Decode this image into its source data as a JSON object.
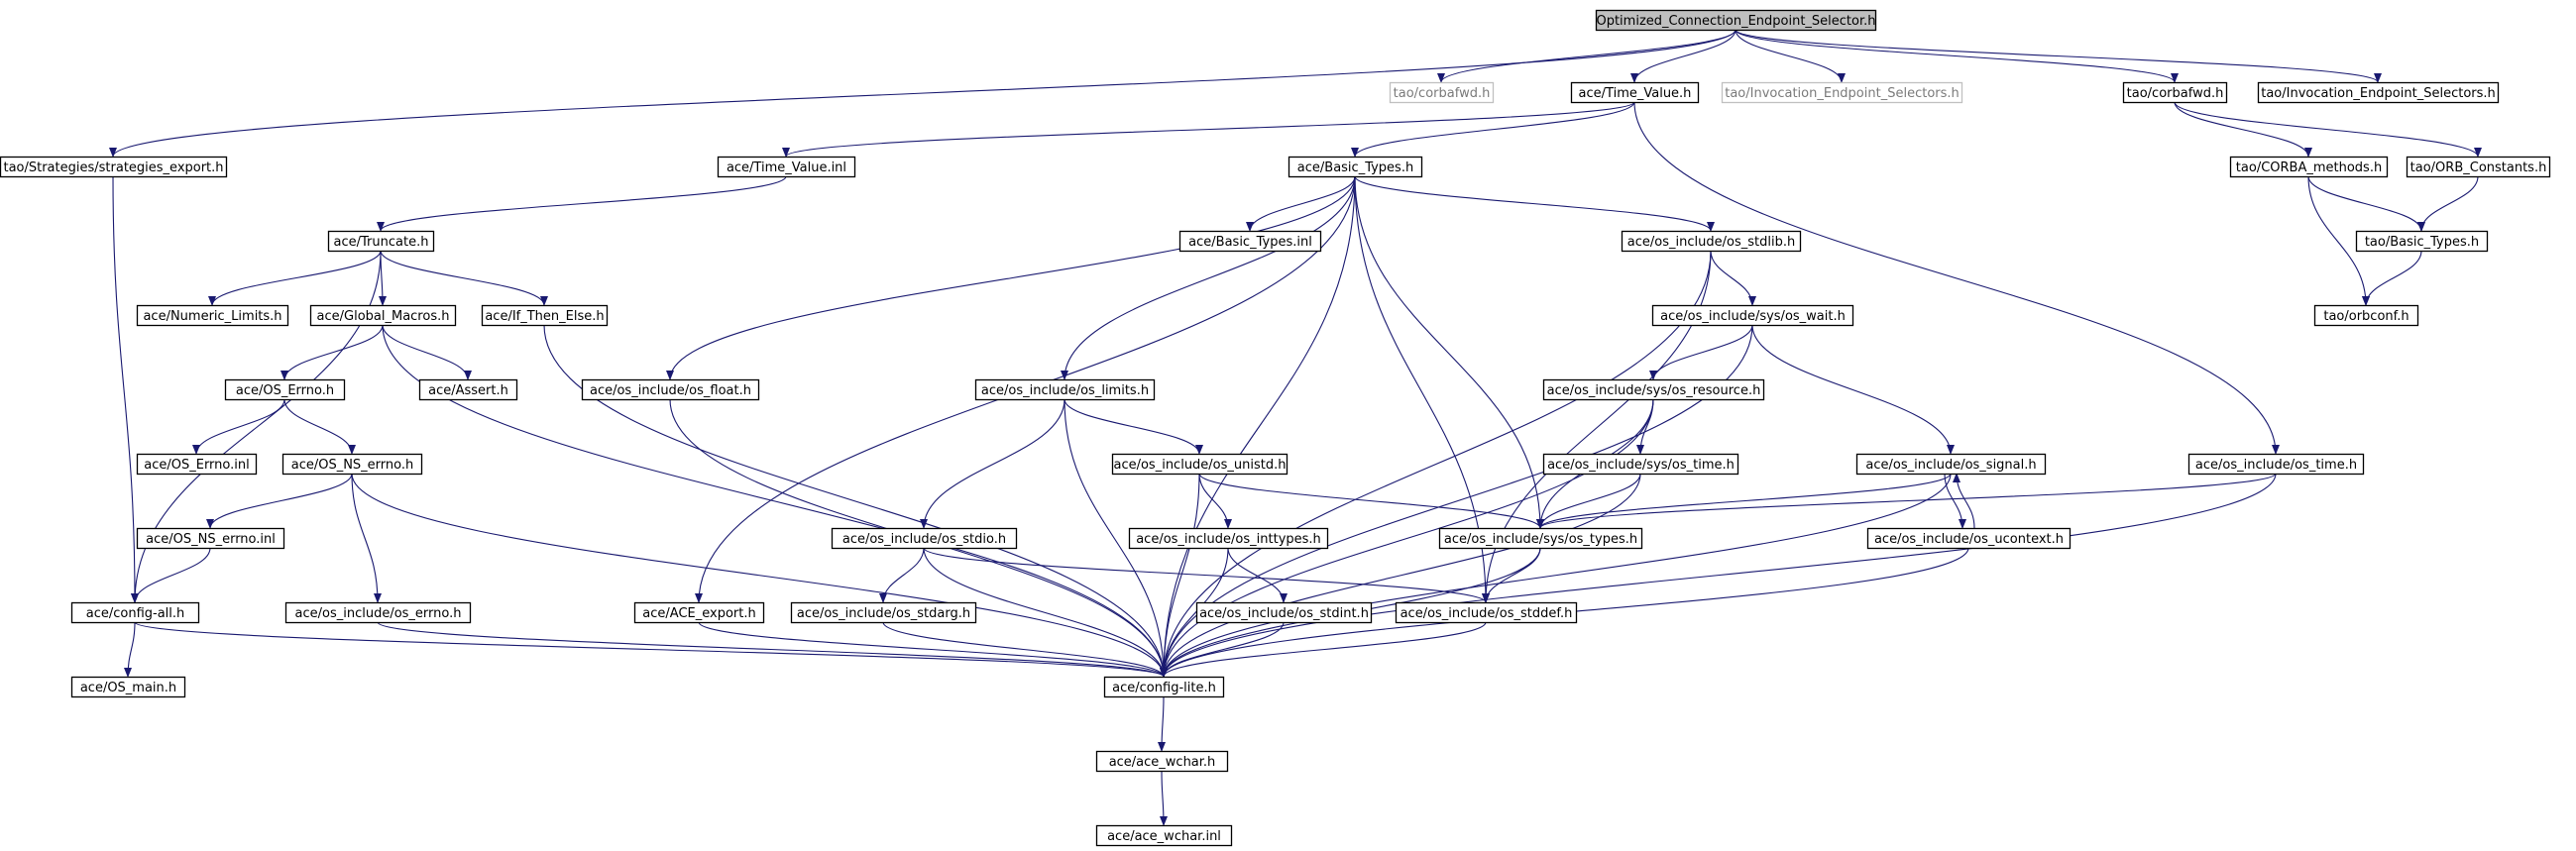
{
  "diagram": {
    "nodes": [
      {
        "id": "root",
        "label": "Optimized_Connection_Endpoint_Selector.h",
        "style": "focus"
      },
      {
        "id": "corbafwd_a",
        "label": "tao/corbafwd.h",
        "style": "ghost"
      },
      {
        "id": "time_value_h",
        "label": "ace/Time_Value.h"
      },
      {
        "id": "ies_a",
        "label": "tao/Invocation_Endpoint_Selectors.h",
        "style": "ghost"
      },
      {
        "id": "corbafwd_b",
        "label": "tao/corbafwd.h"
      },
      {
        "id": "ies_b",
        "label": "tao/Invocation_Endpoint_Selectors.h"
      },
      {
        "id": "strategies_export",
        "label": "tao/Strategies/strategies_export.h"
      },
      {
        "id": "time_value_inl",
        "label": "ace/Time_Value.inl"
      },
      {
        "id": "basic_types_ace",
        "label": "ace/Basic_Types.h"
      },
      {
        "id": "corba_methods",
        "label": "tao/CORBA_methods.h"
      },
      {
        "id": "orb_constants",
        "label": "tao/ORB_Constants.h"
      },
      {
        "id": "truncate",
        "label": "ace/Truncate.h"
      },
      {
        "id": "basic_types_inl",
        "label": "ace/Basic_Types.inl"
      },
      {
        "id": "os_stdlib",
        "label": "ace/os_include/os_stdlib.h"
      },
      {
        "id": "basic_types_tao",
        "label": "tao/Basic_Types.h"
      },
      {
        "id": "numeric_limits",
        "label": "ace/Numeric_Limits.h"
      },
      {
        "id": "global_macros",
        "label": "ace/Global_Macros.h"
      },
      {
        "id": "if_then_else",
        "label": "ace/If_Then_Else.h"
      },
      {
        "id": "sys_os_wait",
        "label": "ace/os_include/sys/os_wait.h"
      },
      {
        "id": "orbconf",
        "label": "tao/orbconf.h"
      },
      {
        "id": "os_errno_h",
        "label": "ace/OS_Errno.h"
      },
      {
        "id": "assert",
        "label": "ace/Assert.h"
      },
      {
        "id": "os_float",
        "label": "ace/os_include/os_float.h"
      },
      {
        "id": "os_limits",
        "label": "ace/os_include/os_limits.h"
      },
      {
        "id": "sys_os_resource",
        "label": "ace/os_include/sys/os_resource.h"
      },
      {
        "id": "os_errno_inl",
        "label": "ace/OS_Errno.inl"
      },
      {
        "id": "os_ns_errno_h",
        "label": "ace/OS_NS_errno.h"
      },
      {
        "id": "os_unistd",
        "label": "ace/os_include/os_unistd.h"
      },
      {
        "id": "sys_os_time",
        "label": "ace/os_include/sys/os_time.h"
      },
      {
        "id": "os_signal",
        "label": "ace/os_include/os_signal.h"
      },
      {
        "id": "os_time",
        "label": "ace/os_include/os_time.h"
      },
      {
        "id": "os_ns_errno_inl",
        "label": "ace/OS_NS_errno.inl"
      },
      {
        "id": "os_stdio",
        "label": "ace/os_include/os_stdio.h"
      },
      {
        "id": "os_inttypes",
        "label": "ace/os_include/os_inttypes.h"
      },
      {
        "id": "sys_os_types",
        "label": "ace/os_include/sys/os_types.h"
      },
      {
        "id": "os_ucontext",
        "label": "ace/os_include/os_ucontext.h"
      },
      {
        "id": "config_all",
        "label": "ace/config-all.h"
      },
      {
        "id": "os_include_errno",
        "label": "ace/os_include/os_errno.h"
      },
      {
        "id": "ace_export",
        "label": "ace/ACE_export.h"
      },
      {
        "id": "os_stdarg",
        "label": "ace/os_include/os_stdarg.h"
      },
      {
        "id": "os_stdint",
        "label": "ace/os_include/os_stdint.h"
      },
      {
        "id": "os_stddef",
        "label": "ace/os_include/os_stddef.h"
      },
      {
        "id": "os_main",
        "label": "ace/OS_main.h"
      },
      {
        "id": "config_lite",
        "label": "ace/config-lite.h"
      },
      {
        "id": "ace_wchar_h",
        "label": "ace/ace_wchar.h"
      },
      {
        "id": "ace_wchar_inl",
        "label": "ace/ace_wchar.inl"
      }
    ],
    "edges": [
      [
        "root",
        "corbafwd_a"
      ],
      [
        "root",
        "time_value_h"
      ],
      [
        "root",
        "ies_a"
      ],
      [
        "root",
        "corbafwd_b"
      ],
      [
        "root",
        "ies_b"
      ],
      [
        "root",
        "strategies_export"
      ],
      [
        "time_value_h",
        "time_value_inl"
      ],
      [
        "time_value_h",
        "basic_types_ace"
      ],
      [
        "time_value_h",
        "os_time"
      ],
      [
        "corbafwd_b",
        "corba_methods"
      ],
      [
        "corbafwd_b",
        "orb_constants"
      ],
      [
        "corba_methods",
        "basic_types_tao"
      ],
      [
        "corba_methods",
        "orbconf"
      ],
      [
        "orb_constants",
        "basic_types_tao"
      ],
      [
        "basic_types_tao",
        "orbconf"
      ],
      [
        "strategies_export",
        "config_all"
      ],
      [
        "time_value_inl",
        "truncate"
      ],
      [
        "truncate",
        "config_all"
      ],
      [
        "truncate",
        "numeric_limits"
      ],
      [
        "truncate",
        "global_macros"
      ],
      [
        "truncate",
        "if_then_else"
      ],
      [
        "global_macros",
        "os_errno_h"
      ],
      [
        "global_macros",
        "assert"
      ],
      [
        "global_macros",
        "config_lite"
      ],
      [
        "if_then_else",
        "config_lite"
      ],
      [
        "os_errno_h",
        "os_errno_inl"
      ],
      [
        "os_errno_h",
        "os_ns_errno_h"
      ],
      [
        "os_ns_errno_h",
        "os_ns_errno_inl"
      ],
      [
        "os_ns_errno_h",
        "os_include_errno"
      ],
      [
        "os_ns_errno_h",
        "config_lite"
      ],
      [
        "os_ns_errno_inl",
        "config_all"
      ],
      [
        "config_all",
        "os_main"
      ],
      [
        "config_all",
        "config_lite"
      ],
      [
        "os_include_errno",
        "config_lite"
      ],
      [
        "basic_types_ace",
        "basic_types_inl"
      ],
      [
        "basic_types_ace",
        "os_stdlib"
      ],
      [
        "basic_types_ace",
        "os_float"
      ],
      [
        "basic_types_ace",
        "ace_export"
      ],
      [
        "basic_types_ace",
        "os_limits"
      ],
      [
        "basic_types_ace",
        "sys_os_types"
      ],
      [
        "basic_types_ace",
        "os_stddef"
      ],
      [
        "basic_types_ace",
        "config_lite"
      ],
      [
        "os_stdlib",
        "sys_os_wait"
      ],
      [
        "os_stdlib",
        "os_stddef"
      ],
      [
        "os_stdlib",
        "config_lite"
      ],
      [
        "sys_os_wait",
        "sys_os_resource"
      ],
      [
        "sys_os_wait",
        "os_signal"
      ],
      [
        "sys_os_wait",
        "config_lite"
      ],
      [
        "sys_os_resource",
        "sys_os_time"
      ],
      [
        "sys_os_resource",
        "sys_os_types"
      ],
      [
        "sys_os_resource",
        "config_lite"
      ],
      [
        "sys_os_time",
        "sys_os_types"
      ],
      [
        "sys_os_time",
        "config_lite"
      ],
      [
        "os_signal",
        "sys_os_types"
      ],
      [
        "os_signal",
        "os_ucontext"
      ],
      [
        "os_signal",
        "config_lite"
      ],
      [
        "os_ucontext",
        "os_signal"
      ],
      [
        "os_ucontext",
        "config_lite"
      ],
      [
        "os_time",
        "sys_os_types"
      ],
      [
        "os_time",
        "config_lite"
      ],
      [
        "os_float",
        "config_lite"
      ],
      [
        "os_limits",
        "os_unistd"
      ],
      [
        "os_limits",
        "os_stdio"
      ],
      [
        "os_limits",
        "config_lite"
      ],
      [
        "os_unistd",
        "os_inttypes"
      ],
      [
        "os_unistd",
        "sys_os_types"
      ],
      [
        "os_unistd",
        "config_lite"
      ],
      [
        "os_inttypes",
        "os_stdint"
      ],
      [
        "os_inttypes",
        "config_lite"
      ],
      [
        "os_stdio",
        "os_stdarg"
      ],
      [
        "os_stdio",
        "os_stddef"
      ],
      [
        "os_stdio",
        "config_lite"
      ],
      [
        "sys_os_types",
        "os_stddef"
      ],
      [
        "sys_os_types",
        "config_lite"
      ],
      [
        "os_stdint",
        "config_lite"
      ],
      [
        "os_stdarg",
        "config_lite"
      ],
      [
        "ace_export",
        "config_lite"
      ],
      [
        "os_stddef",
        "config_lite"
      ],
      [
        "config_lite",
        "ace_wchar_h"
      ],
      [
        "ace_wchar_h",
        "ace_wchar_inl"
      ]
    ]
  }
}
